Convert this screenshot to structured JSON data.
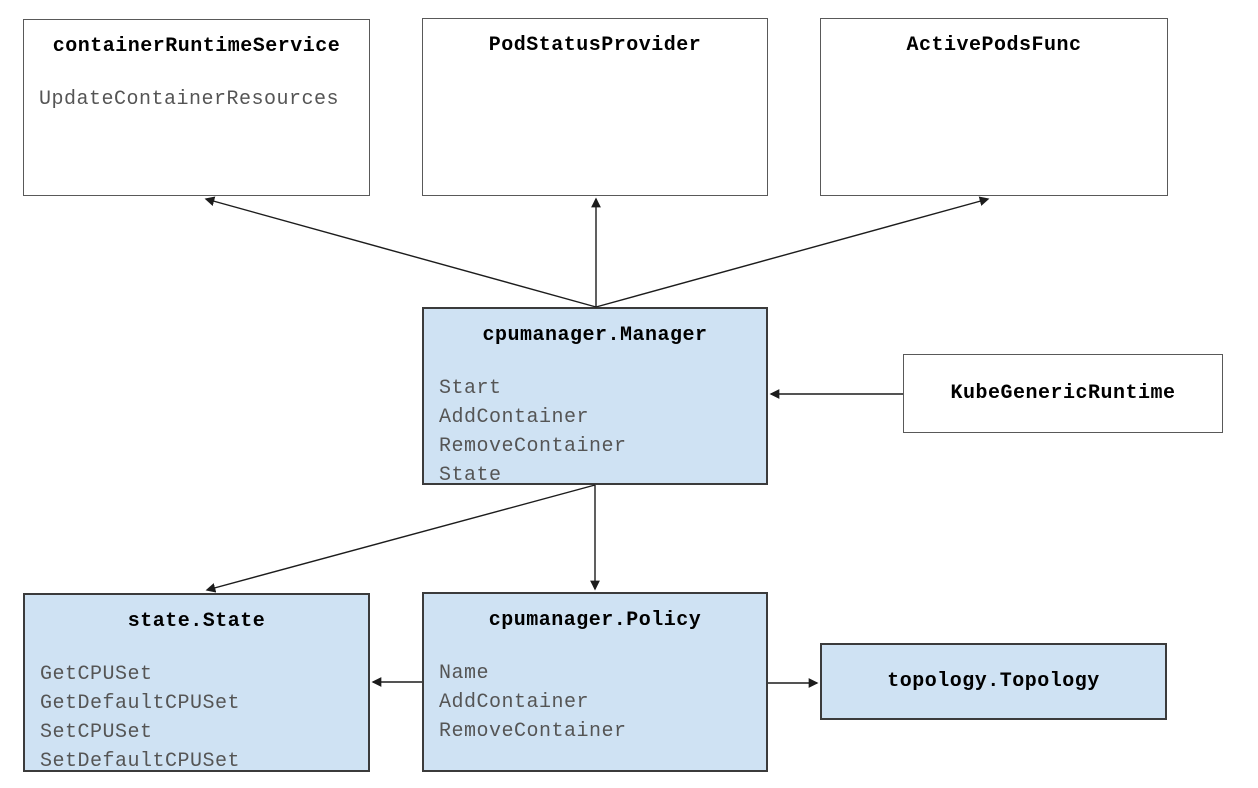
{
  "colors": {
    "canvas_bg": "#ffffff",
    "box_white_fill": "#ffffff",
    "box_blue_fill": "#cfe2f3",
    "white_box_border": "#595959",
    "blue_box_border": "#3b3b3b",
    "title_color": "#000000",
    "method_color": "#555555",
    "arrow_color": "#1c1c1c"
  },
  "diagram": {
    "boxes": [
      {
        "title": "containerRuntimeService",
        "fill": "white",
        "methods": [
          "UpdateContainerResources"
        ]
      },
      {
        "title": "PodStatusProvider",
        "fill": "white",
        "methods": []
      },
      {
        "title": "ActivePodsFunc",
        "fill": "white",
        "methods": []
      },
      {
        "title": "cpumanager.Manager",
        "fill": "blue",
        "methods": [
          "Start",
          "AddContainer",
          "RemoveContainer",
          "State"
        ]
      },
      {
        "title": "KubeGenericRuntime",
        "fill": "white",
        "methods": []
      },
      {
        "title": "state.State",
        "fill": "blue",
        "methods": [
          "GetCPUSet",
          "GetDefaultCPUSet",
          "SetCPUSet",
          "SetDefaultCPUSet"
        ]
      },
      {
        "title": "cpumanager.Policy",
        "fill": "blue",
        "methods": [
          "Name",
          "AddContainer",
          "RemoveContainer"
        ]
      },
      {
        "title": "topology.Topology",
        "fill": "blue",
        "methods": []
      }
    ],
    "edges": [
      {
        "from": "cpumanager.Manager",
        "to": "containerRuntimeService"
      },
      {
        "from": "cpumanager.Manager",
        "to": "PodStatusProvider"
      },
      {
        "from": "cpumanager.Manager",
        "to": "ActivePodsFunc"
      },
      {
        "from": "KubeGenericRuntime",
        "to": "cpumanager.Manager"
      },
      {
        "from": "cpumanager.Manager",
        "to": "state.State"
      },
      {
        "from": "cpumanager.Manager",
        "to": "cpumanager.Policy"
      },
      {
        "from": "cpumanager.Policy",
        "to": "state.State"
      },
      {
        "from": "cpumanager.Policy",
        "to": "topology.Topology"
      }
    ]
  }
}
